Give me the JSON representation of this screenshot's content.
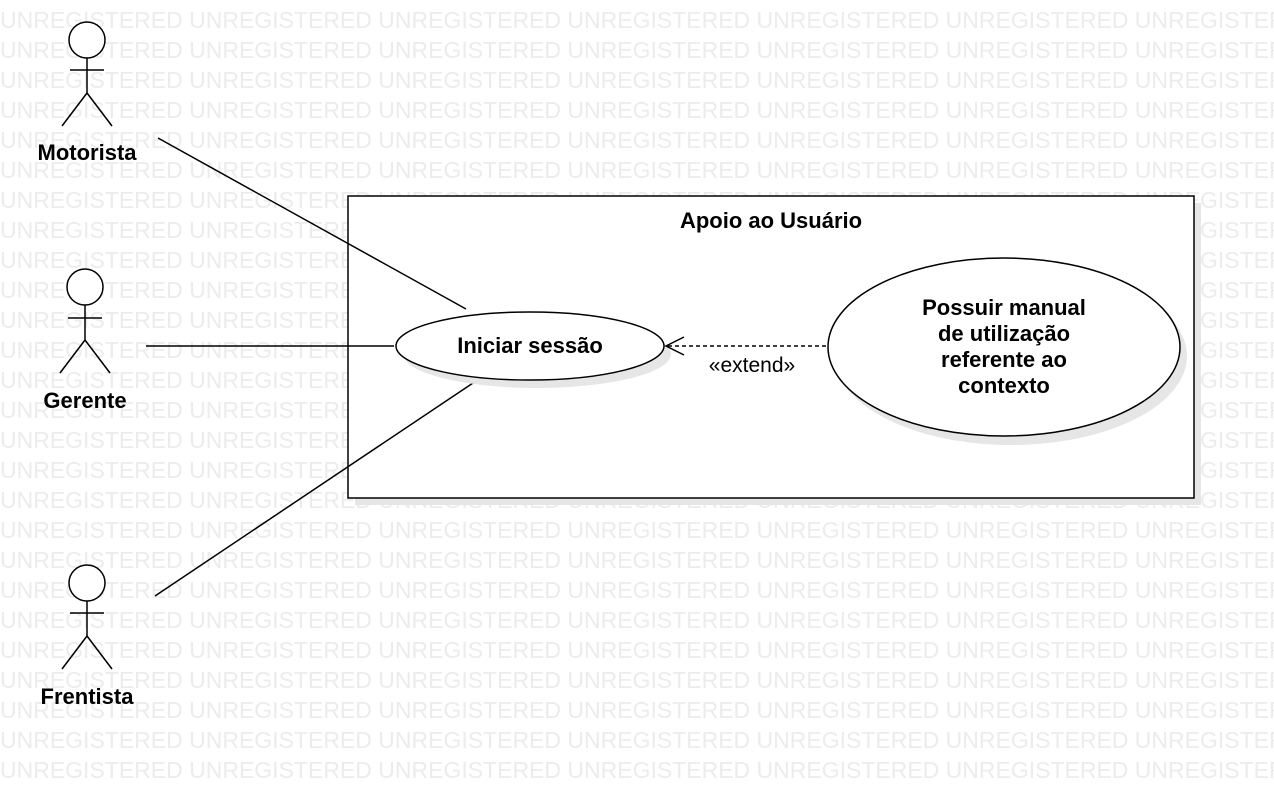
{
  "watermark": {
    "text": "UNREGISTERED UNREGISTERED UNREGISTERED UNREGISTERED UNREGISTERED UNREGISTERED UNREGISTERED"
  },
  "system_boundary": {
    "title": "Apoio ao Usuário"
  },
  "actors": {
    "motorista": "Motorista",
    "gerente": "Gerente",
    "frentista": "Frentista"
  },
  "use_cases": {
    "iniciar_sessao": "Iniciar sessão",
    "manual_line1": "Possuir manual",
    "manual_line2": "de utilização",
    "manual_line3": "referente ao",
    "manual_line4": "contexto"
  },
  "relationships": {
    "extend_label": "«extend»"
  },
  "colors": {
    "line": "#000000",
    "shadow": "#e6e6e6",
    "watermark": "#ececec",
    "background": "#ffffff"
  }
}
